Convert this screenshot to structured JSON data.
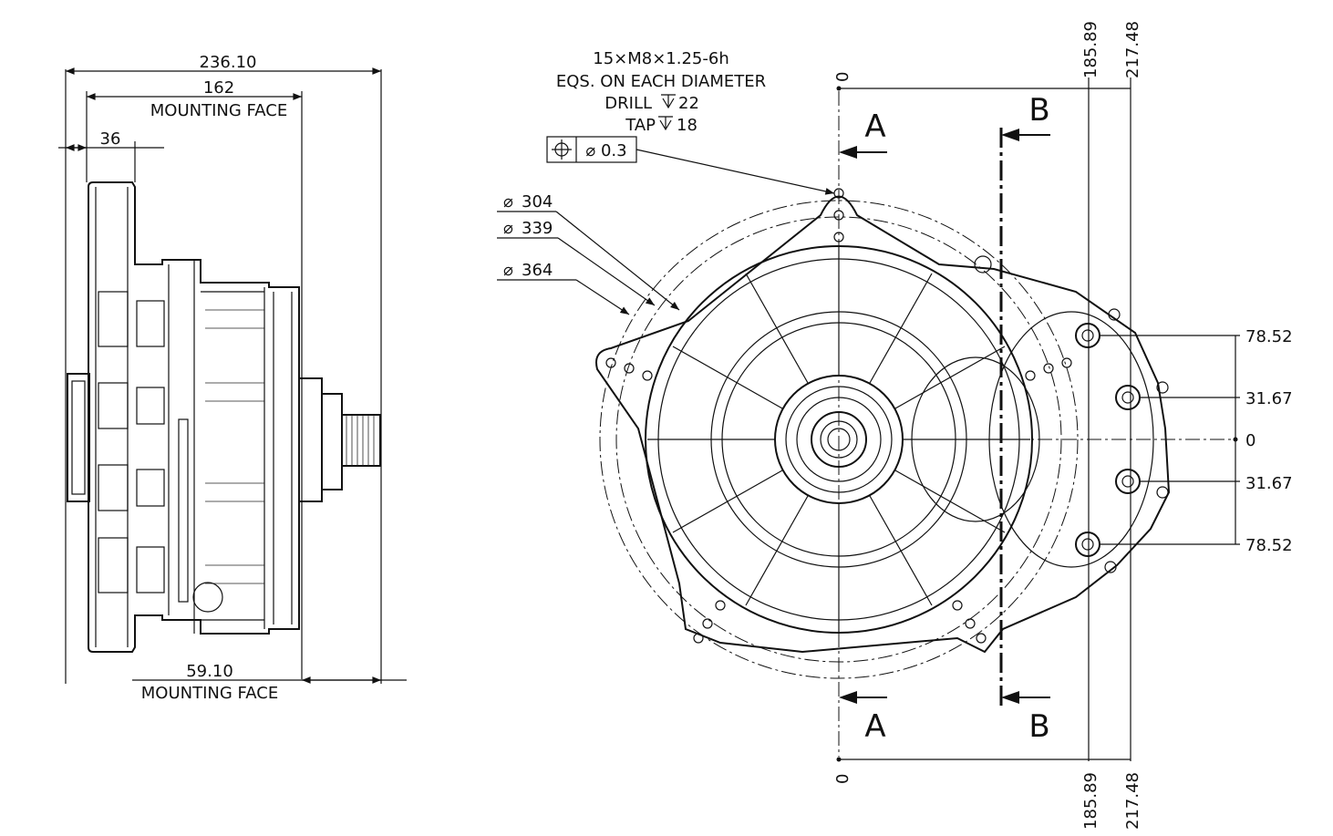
{
  "side_view": {
    "dim_overall": "236.10",
    "dim_mount": "162",
    "label_mount_top": "MOUNTING FACE",
    "dim_flange": "36",
    "dim_bottom": "59.10",
    "label_mount_bottom": "MOUNTING FACE"
  },
  "hole_note": {
    "line1": "15×M8×1.25-6h",
    "line2": "EQS. ON EACH DIAMETER",
    "line3": "DRILL",
    "line3_value": "22",
    "line4": "TAP",
    "line4_value": "18",
    "tolerance_symbol": "⌖",
    "tolerance_value": "⌀ 0.3"
  },
  "diameters": [
    {
      "label": "304"
    },
    {
      "label": "339"
    },
    {
      "label": "364"
    }
  ],
  "section_labels": {
    "a_top": "A",
    "a_bottom": "A",
    "b_top": "B",
    "b_bottom": "B"
  },
  "horizontal_dims": {
    "top_zero": "0",
    "top_185": "185.89",
    "top_217": "217.48",
    "bottom_zero": "0",
    "bottom_185": "185.89",
    "bottom_217": "217.48"
  },
  "vertical_dims": {
    "d_78_top": "78.52",
    "d_31_top": "31.67",
    "d_zero": "0",
    "d_31_bottom": "31.67",
    "d_78_bottom": "78.52"
  }
}
